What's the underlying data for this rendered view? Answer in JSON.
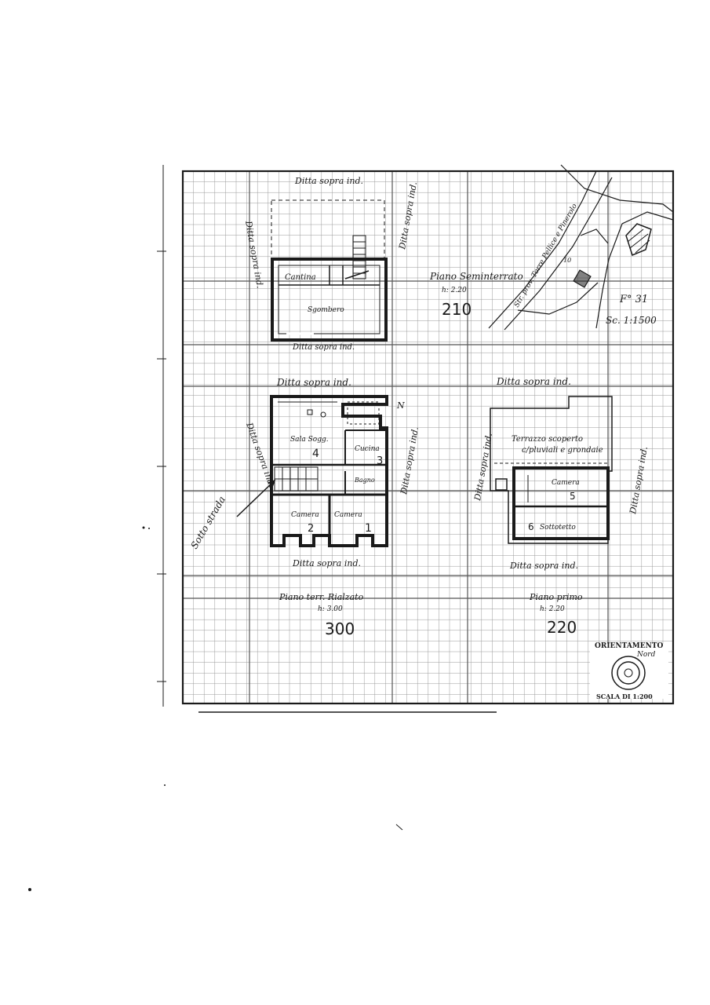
{
  "labels": {
    "ditta_sopra": "Ditta sopra ind.",
    "ditta_sopra_short": "Ditta sopra ind.",
    "piano_seminterrato": "Piano Seminterrato",
    "h_seminterrato": "h: 2.20",
    "num_seminterrato": "210",
    "cantina": "Cantina",
    "sgombero": "Sgombero",
    "strada": "Str. prov. Torre Pellice e Pinerolo",
    "parcel_number": "10",
    "foglio": "F° 31",
    "scala_mappa": "Sc. 1:1500",
    "piccolo_n": "N",
    "soggiorno": "Sala Sogg.",
    "room_4": "4",
    "cucina": "Cucina",
    "room_3": "3",
    "bagno": "Bagno",
    "camera_left": "Camera",
    "room_2": "2",
    "camera_right": "Camera",
    "room_1": "1",
    "piano_terra": "Piano terr. Rialzato",
    "h_terra": "h: 3.00",
    "num_terra": "300",
    "terrazzo": "Terrazzo scoperto",
    "terrazzo_note": "c/pluviali e grondaie",
    "camera_primo": "Camera",
    "room_5": "5",
    "sottotetto": "Sottotetto",
    "room_6": "6",
    "piano_primo": "Piano primo",
    "h_primo": "h: 2.20",
    "num_primo": "220",
    "orientamento": "ORIENTAMENTO",
    "nord": "Nord",
    "scala": "SCALA DI 1:200",
    "side_note": "Sotto strada"
  },
  "colors": {
    "ink": "#1a1a1a",
    "grid": "#9a9a9a",
    "paper": "#ffffff"
  }
}
